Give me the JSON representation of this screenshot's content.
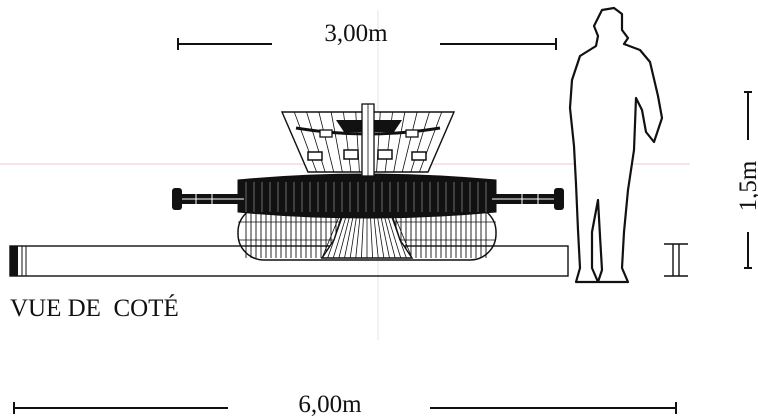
{
  "dimensions": {
    "top_width_label": "3,00m",
    "bottom_width_label": "6,00m",
    "height_label": "1,5m"
  },
  "view_label": "VUE DE  COTÉ",
  "colors": {
    "ink": "#111111",
    "guide": "#f2c9c9"
  }
}
